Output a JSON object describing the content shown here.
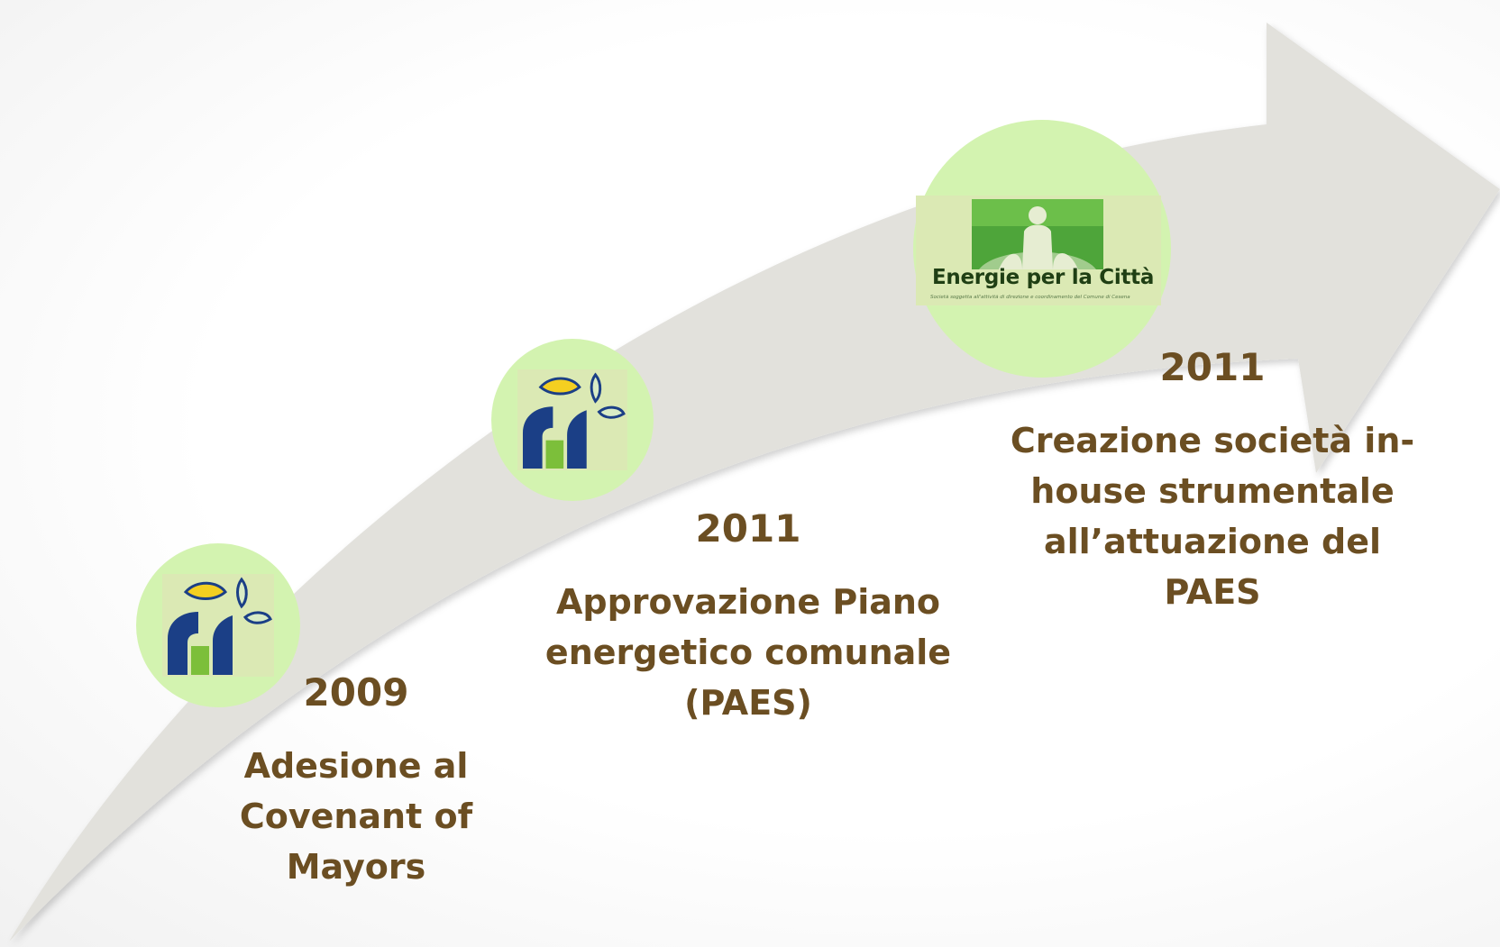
{
  "milestones": [
    {
      "year": "2009",
      "lines": [
        "Adesione al",
        "Covenant of",
        "Mayors"
      ],
      "logo": "covenant-of-mayors-logo"
    },
    {
      "year": "2011",
      "lines": [
        "Approvazione Piano",
        "energetico comunale",
        "(PAES)"
      ],
      "logo": "covenant-of-mayors-logo"
    },
    {
      "year": "2011",
      "lines": [
        "Creazione società in-",
        "house strumentale",
        "all’attuazione del",
        "PAES"
      ],
      "logo": "energie-per-la-citta-logo"
    }
  ],
  "epc_logo": {
    "title": "Energie per la Città",
    "subtitle": "Società soggetta all'attività di direzione e coordinamento del Comune di Cesena"
  },
  "colors": {
    "arrow": "#e2e1dc",
    "circle": "#d3f3b0",
    "text": "#6b4e22",
    "logo_blue": "#1b3f86",
    "logo_yellow": "#f4cf21",
    "logo_green": "#7cbf3a",
    "epc_green": "#4ea53a"
  }
}
